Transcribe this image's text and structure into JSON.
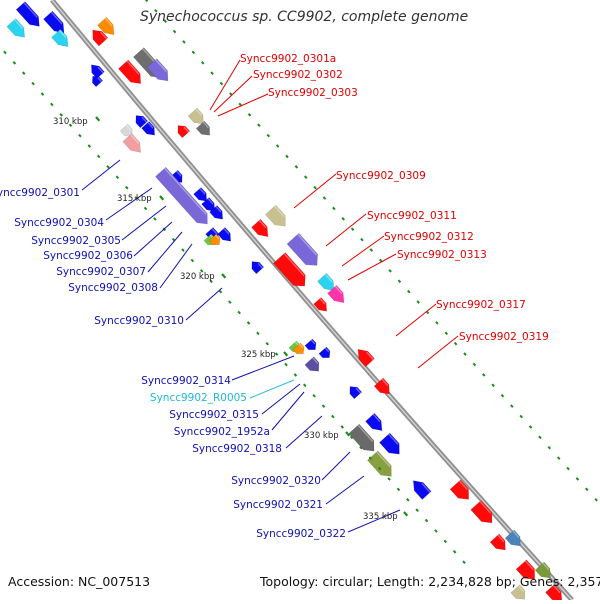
{
  "title": "Synechococcus sp. CC9902, complete genome",
  "footer": {
    "accession": "Accession: NC_007513",
    "topology": "Topology: circular; Length: 2,234,828 bp; Genes: 2,357"
  },
  "ruler_ticks": [
    "310 kbp",
    "315 kbp",
    "320 kbp",
    "325 kbp",
    "330 kbp",
    "335 kbp"
  ],
  "gene_labels": {
    "outer": [
      "Syncc9902_0301a",
      "Syncc9902_0302",
      "Syncc9902_0303",
      "Syncc9902_0309",
      "Syncc9902_0311",
      "Syncc9902_0312",
      "Syncc9902_0313",
      "Syncc9902_0317",
      "Syncc9902_0319"
    ],
    "inner": [
      "Syncc9902_0301",
      "Syncc9902_0304",
      "Syncc9902_0305",
      "Syncc9902_0306",
      "Syncc9902_0307",
      "Syncc9902_0308",
      "Syncc9902_0310",
      "Syncc9902_0314",
      "Syncc9902_R0005",
      "Syncc9902_0315",
      "Syncc9902_1952a",
      "Syncc9902_0318",
      "Syncc9902_0320",
      "Syncc9902_0321",
      "Syncc9902_0322"
    ]
  },
  "colors": {
    "outer_label": "#e00000",
    "inner_label": "#1010b0",
    "rna_label": "#20b8d8",
    "backbone": "#8a8a8a",
    "tick": "#1a8c1a"
  }
}
